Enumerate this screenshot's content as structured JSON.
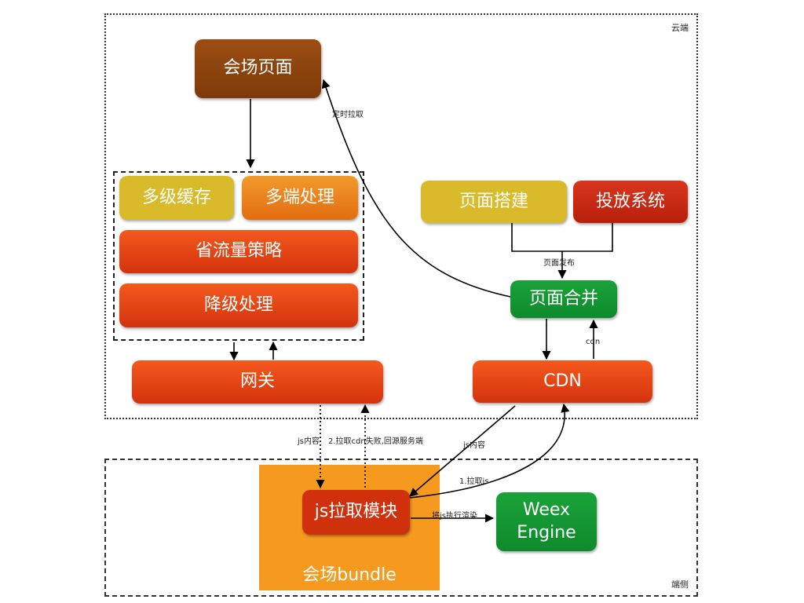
{
  "regions": {
    "cloud": "云端",
    "client": "端侧"
  },
  "nodes": {
    "venue_page": "会场页面",
    "multi_cache": "多级缓存",
    "multi_end": "多端处理",
    "traffic_saving": "省流量策略",
    "degrade": "降级处理",
    "gateway": "网关",
    "page_build": "页面搭建",
    "delivery_system": "投放系统",
    "page_merge": "页面合并",
    "cdn": "CDN",
    "js_fetch": "js拉取模块",
    "weex_engine": "Weex Engine",
    "bundle": "会场bundle"
  },
  "edge_labels": {
    "timed_pull": "定时拉取",
    "page_publish": "页面发布",
    "cdn_up": "cdn",
    "js_content_left": "js内容",
    "fallback": "2.拉取cdn失败,回源服务端",
    "js_content_right": "js内容",
    "pull_js": "1.拉取js",
    "render": "将js执行渲染"
  }
}
